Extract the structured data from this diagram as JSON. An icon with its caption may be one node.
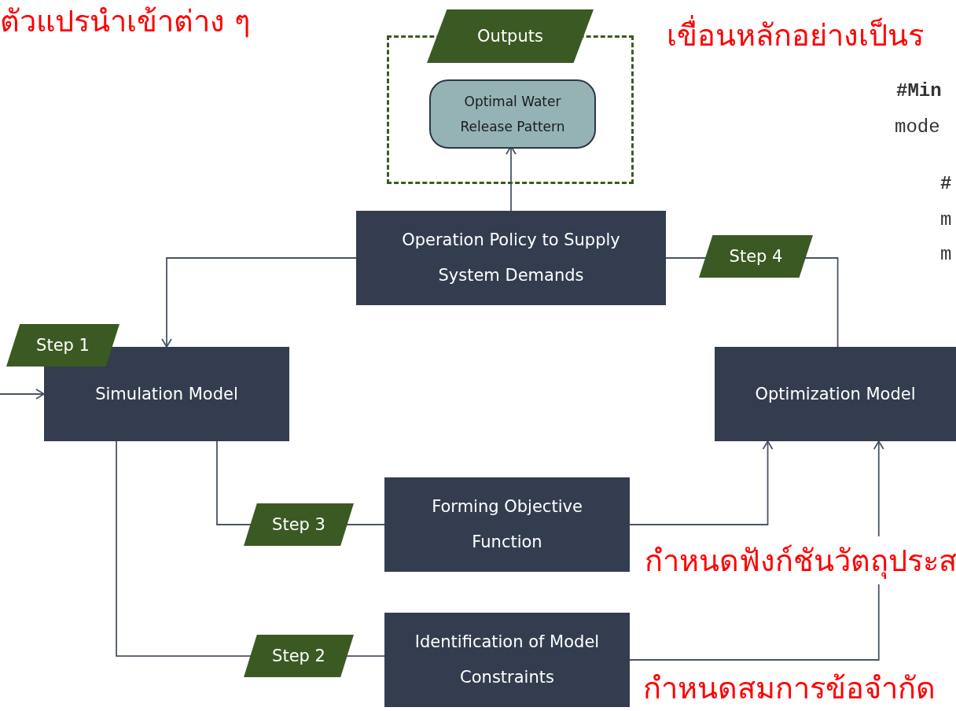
{
  "diagram": {
    "nodes": [
      {
        "text": [
          "Outputs"
        ]
      },
      {
        "text": [
          "Optimal Water Release Pattern"
        ],
        "in": 0
      },
      {
        "text": [
          "Operation Policy to Supply System Demands"
        ]
      },
      {
        "text": [
          "Simulation Model"
        ],
        "beside": [
          "Step 1"
        ]
      },
      {
        "text": [
          "Optimization Model"
        ]
      },
      {
        "text": [
          "Forming Objective Function"
        ]
      },
      {
        "text": [
          "Identification of Model Constraints"
        ]
      }
    ],
    "edges": [
      {
        "from": 2,
        "to": 1,
        "arrow": "to"
      },
      {
        "from": 2,
        "to": 3,
        "arrow": "to"
      },
      {
        "from": null,
        "to": 3,
        "arrow": "to"
      },
      {
        "from": 3,
        "to": 5,
        "arrow": "none",
        "label": "Step 3"
      },
      {
        "from": 3,
        "to": 6,
        "arrow": "none",
        "label": "Step 2"
      },
      {
        "from": 5,
        "to": 4,
        "arrow": "to"
      },
      {
        "from": 6,
        "to": 4,
        "arrow": "to"
      },
      {
        "from": 4,
        "to": 2,
        "arrow": "none",
        "label": "Step 4"
      }
    ],
    "labels": [
      "ตัวแปรนำเข้าต่าง ๆ",
      "เขื่อนหลักอย่างเป็นร",
      "#Min",
      "mode",
      "#",
      "m",
      "m",
      "กำหนดฟังก์ชันวัตถุประส",
      "กำหนดสมการข้อจำกัด"
    ]
  }
}
